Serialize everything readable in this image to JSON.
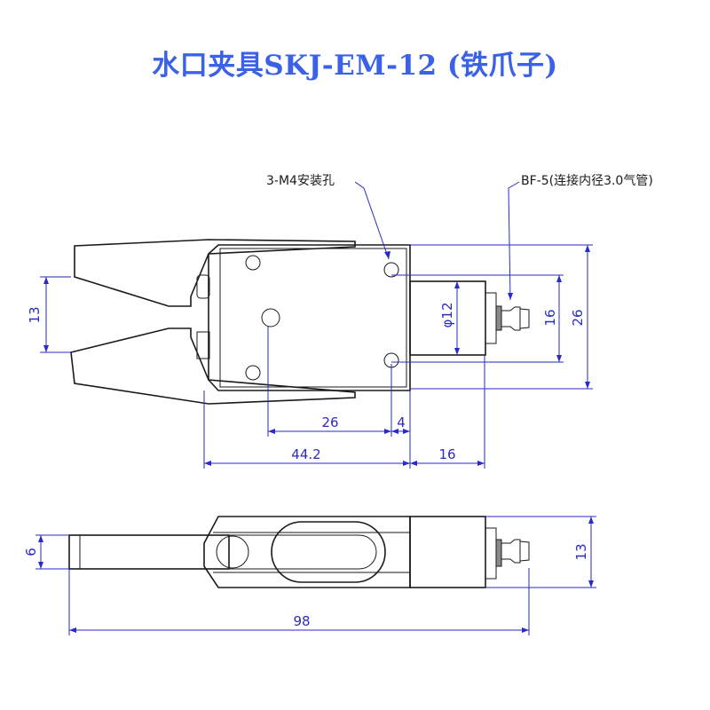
{
  "title": "水口夹具SKJ-EM-12 (铁爪子)",
  "callouts": {
    "mount_holes": "3-M4安装孔",
    "air_fitting": "BF-5(连接内径3.0气管)"
  },
  "dimensions": {
    "jaw_opening": "13",
    "body_height": "26",
    "cylinder_height": "16",
    "cylinder_diameter": "φ12",
    "hole_spacing": "26",
    "hole_offset": "4",
    "body_length": "44.2",
    "cylinder_length": "16",
    "side_thickness": "6",
    "side_height": "13",
    "overall_length": "98"
  }
}
